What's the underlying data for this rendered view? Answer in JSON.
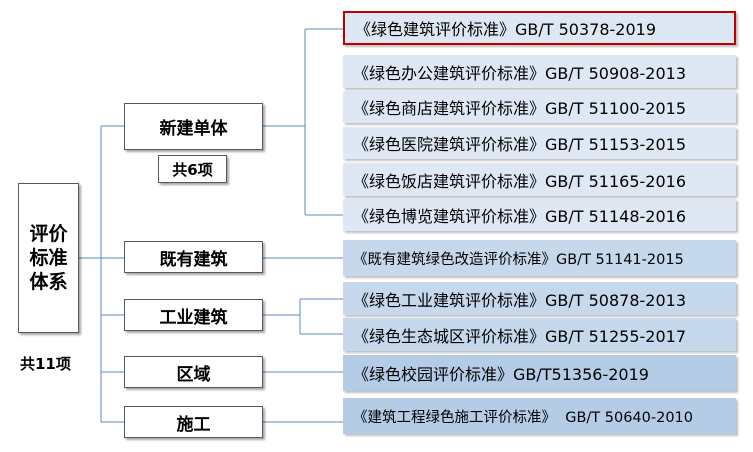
{
  "root": {
    "label": "评价\n标准\n体系",
    "count": "共11项"
  },
  "categories": [
    {
      "label": "新建单体",
      "count": "共6项"
    },
    {
      "label": "既有建筑"
    },
    {
      "label": "工业建筑"
    },
    {
      "label": "区域"
    },
    {
      "label": "施工"
    }
  ],
  "standards": [
    "《绿色建筑评价标准》GB/T 50378-2019",
    "《绿色办公建筑评价标准》GB/T 50908-2013",
    "《绿色商店建筑评价标准》GB/T 51100-2015",
    "《绿色医院建筑评价标准》GB/T 51153-2015",
    "《绿色饭店建筑评价标准》GB/T 51165-2016",
    "《绿色博览建筑评价标准》GB/T 51148-2016",
    "《既有建筑绿色改造评价标准》GB/T 51141-2015",
    "《绿色工业建筑评价标准》GB/T 50878-2013",
    "《绿色生态城区评价标准》GB/T 51255-2017",
    "《绿色校园评价标准》GB/T51356-2019",
    "《建筑工程绿色施工评价标准》  GB/T 50640-2010"
  ],
  "colors": {
    "line": "#5b8bbf",
    "highlight_border": "#c00000",
    "std_fill_light": "#dde8f4",
    "std_fill_mid": "#c6d8ec",
    "std_fill_dark": "#b4cce6"
  }
}
